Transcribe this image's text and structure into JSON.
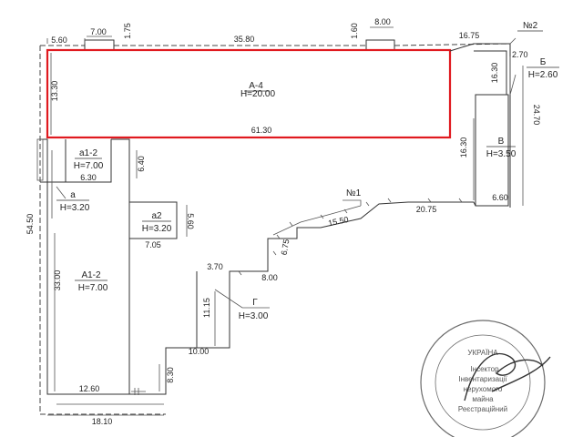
{
  "building": {
    "name": "А-4",
    "height": "Н=20.00",
    "dim_top_interior": "61.30",
    "dim_left": "13.30",
    "frame_color": "#e0191f"
  },
  "rooms": [
    {
      "id": "b",
      "name": "Б",
      "height": "Н=2.60"
    },
    {
      "id": "v",
      "name": "В",
      "height": "Н=3.50"
    },
    {
      "id": "a12_small",
      "name": "а1-2",
      "height": "Н=7.00"
    },
    {
      "id": "a",
      "name": "а",
      "height": "Н=3.20"
    },
    {
      "id": "a2",
      "name": "а2",
      "height": "Н=3.20"
    },
    {
      "id": "A12",
      "name": "А1-2",
      "height": "Н=7.00"
    },
    {
      "id": "g",
      "name": "Г",
      "height": "Н=3.00"
    }
  ],
  "fences": [
    {
      "id": "f2",
      "label": "№2"
    },
    {
      "id": "f1",
      "label": "№1"
    }
  ],
  "dimensions": {
    "top_5_60": "5.60",
    "top_7_00": "7.00",
    "top_1_75": "1.75",
    "top_35_80": "35.80",
    "top_1_60": "1.60",
    "top_8_00": "8.00",
    "top_16_75": "16.75",
    "right_2_70": "2.70",
    "right_16_30_b": "16.30",
    "right_24_70": "24.70",
    "right_16_30_v": "16.30",
    "right_6_60": "6.60",
    "fence_20_75": "20.75",
    "fence_15_50": "15.50",
    "fence_6_75": "6.75",
    "fence_8_00": "8.00",
    "g_3_70": "3.70",
    "g_11_15": "11.15",
    "bottom_10_00": "10.00",
    "bottom_8_30": "8.30",
    "bottom_12_60": "12.60",
    "bottom_18_10": "18.10",
    "left_54_50": "54.50",
    "left_33_00": "33.00",
    "a12_6_30": "6.30",
    "a12_6_40": "6.40",
    "a2_5_60": "5.60",
    "a2_7_05": "7.05"
  },
  "stamp": {
    "line1": "Інсектор",
    "line2": "Інвентаризації",
    "line3": "нерухомого",
    "line4": "майна",
    "line5": "Реєстраційний",
    "ring_text": "УКРАЇНА"
  }
}
